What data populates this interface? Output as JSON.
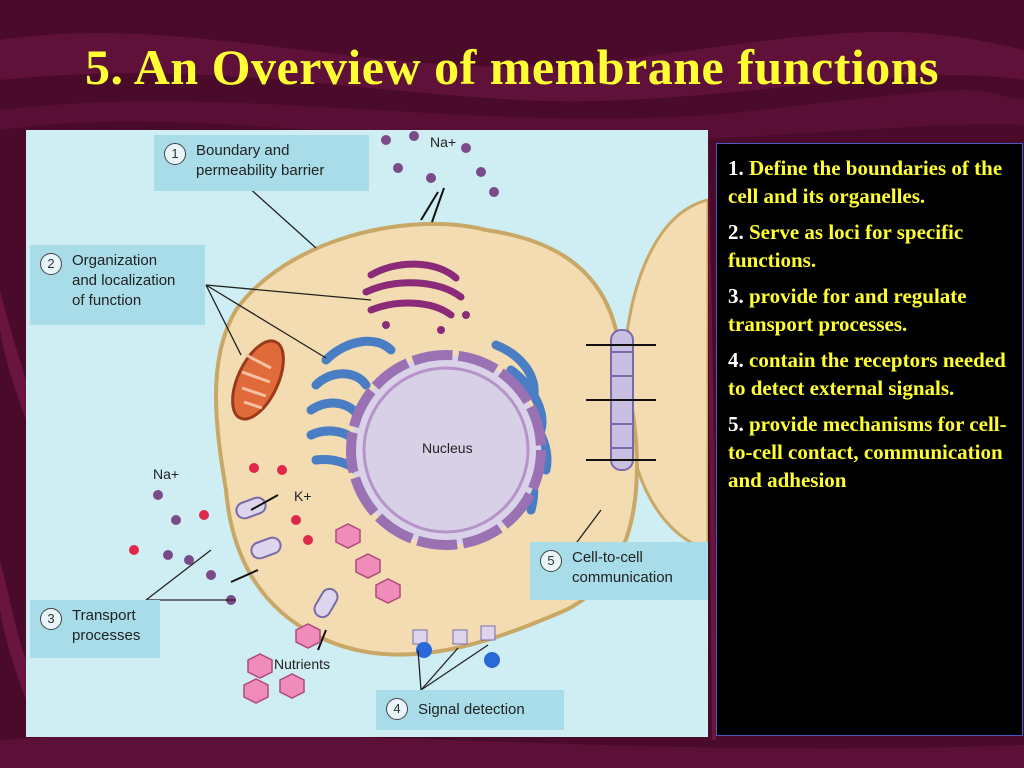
{
  "slide": {
    "title": "5. An Overview of membrane functions"
  },
  "figure": {
    "callouts": [
      {
        "num": "1",
        "line1": "Boundary and",
        "line2": "permeability barrier"
      },
      {
        "num": "2",
        "line1": "Organization",
        "line2": "and localization",
        "line3": "of function"
      },
      {
        "num": "3",
        "line1": "Transport",
        "line2": "processes"
      },
      {
        "num": "4",
        "line1": "Signal detection"
      },
      {
        "num": "5",
        "line1": "Cell-to-cell",
        "line2": "communication"
      }
    ],
    "labels": {
      "nucleus": "Nucleus",
      "na_top": "Na+",
      "na_left": "Na+",
      "k": "K+",
      "nutrients": "Nutrients"
    }
  },
  "functions": [
    {
      "num": "1.",
      "text": "Define the boundaries of the cell and its organelles."
    },
    {
      "num": "2.",
      "text": "Serve as loci for specific functions."
    },
    {
      "num": "3.",
      "text": "provide for and regulate transport processes."
    },
    {
      "num": "4.",
      "text": "contain the receptors needed to detect external signals."
    },
    {
      "num": "5.",
      "text": "provide mechanisms for cell-to-cell contact, communication and adhesion"
    }
  ],
  "colors": {
    "background": "#4a0a2a",
    "title": "#ffff33",
    "function_text": "#ffff33"
  }
}
